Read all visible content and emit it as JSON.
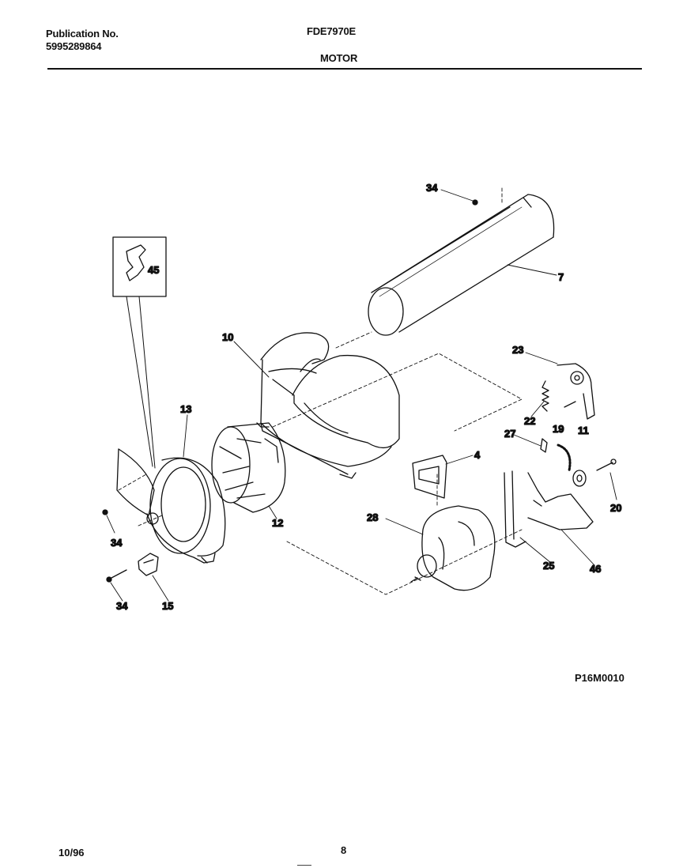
{
  "header": {
    "publication_label": "Publication No.",
    "publication_number": "5995289864",
    "model": "FDE7970E",
    "section_title": "MOTOR"
  },
  "diagram": {
    "figure_code": "P16M0010",
    "callouts": {
      "c34_top": "34",
      "c45": "45",
      "c7": "7",
      "c10": "10",
      "c13": "13",
      "c23": "23",
      "c22": "22",
      "c19": "19",
      "c11": "11",
      "c27": "27",
      "c4": "4",
      "c12": "12",
      "c28": "28",
      "c20": "20",
      "c34_left": "34",
      "c25": "25",
      "c46": "46",
      "c34_bottom": "34",
      "c15": "15"
    }
  },
  "footer": {
    "date": "10/96",
    "page_number": "8"
  }
}
